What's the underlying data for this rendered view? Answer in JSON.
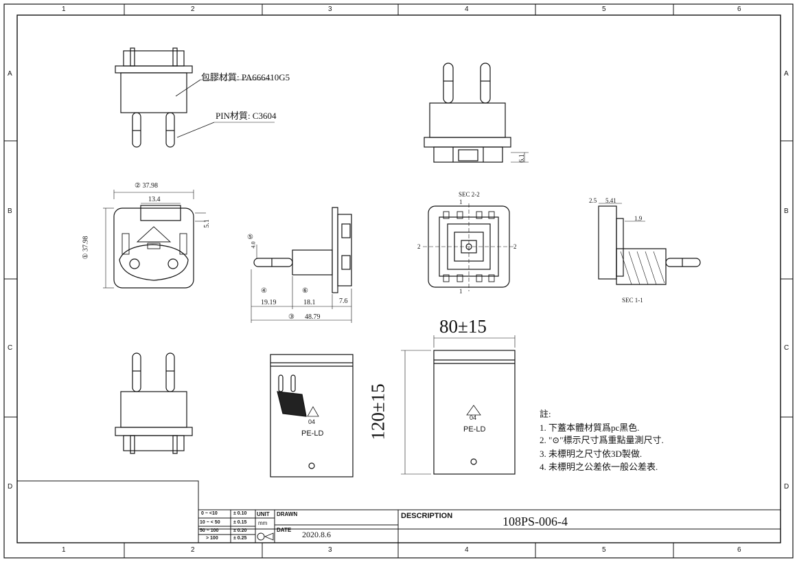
{
  "frame": {
    "columns": [
      "1",
      "2",
      "3",
      "4",
      "5",
      "6"
    ],
    "rows": [
      "A",
      "B",
      "C",
      "D"
    ]
  },
  "callouts": {
    "overmold_material": "包膠材質: PA666410G5",
    "pin_material": "PIN材質: C3604"
  },
  "dimensions": {
    "width_label": "② 37.98",
    "top_slot": "13.4",
    "top_right": "5.1",
    "height_label": "① 37.98",
    "side_pin_dia": "⑤",
    "side_pin_dia_val": "4.0",
    "pin_len_marker": "④",
    "pin_len": "19.19",
    "body_marker": "⑥",
    "body_len": "18.1",
    "flange": "7.6",
    "total_marker": "③",
    "total_len": "48.79",
    "top_view_height": "6.1",
    "sec22_title": "SEC 2-2",
    "sec_one": "1",
    "sec_two": "2",
    "sec11_a": "2.5",
    "sec11_b": "5.41",
    "sec11_c": "1.9",
    "sec11_title": "SEC 1-1",
    "bag_width": "80±15",
    "bag_height": "120±15"
  },
  "bags": {
    "recycle_code": "04",
    "recycle_material": "PE-LD"
  },
  "notes": {
    "heading": "註:",
    "items": [
      "1. 下蓋本體材質爲pc黑色.",
      "2. \"⊙\"標示尺寸爲重點量測尺寸.",
      "3. 未標明之尺寸依3D製做.",
      "4. 未標明之公差依一般公差表."
    ]
  },
  "title_block": {
    "tolerance": [
      {
        "range": "0 ~ <10",
        "tol": "± 0.10"
      },
      {
        "range": "10 ~ < 50",
        "tol": "± 0.15"
      },
      {
        "range": "50 ~ 100",
        "tol": "± 0.20"
      },
      {
        "range": "> 100",
        "tol": "± 0.25"
      }
    ],
    "unit_label": "UNIT",
    "unit_value": "mm",
    "drawn_label": "DRAWN",
    "date_label": "DATE",
    "date_value": "2020.8.6",
    "description_label": "DESCRIPTION",
    "part_number": "108PS-006-4"
  }
}
